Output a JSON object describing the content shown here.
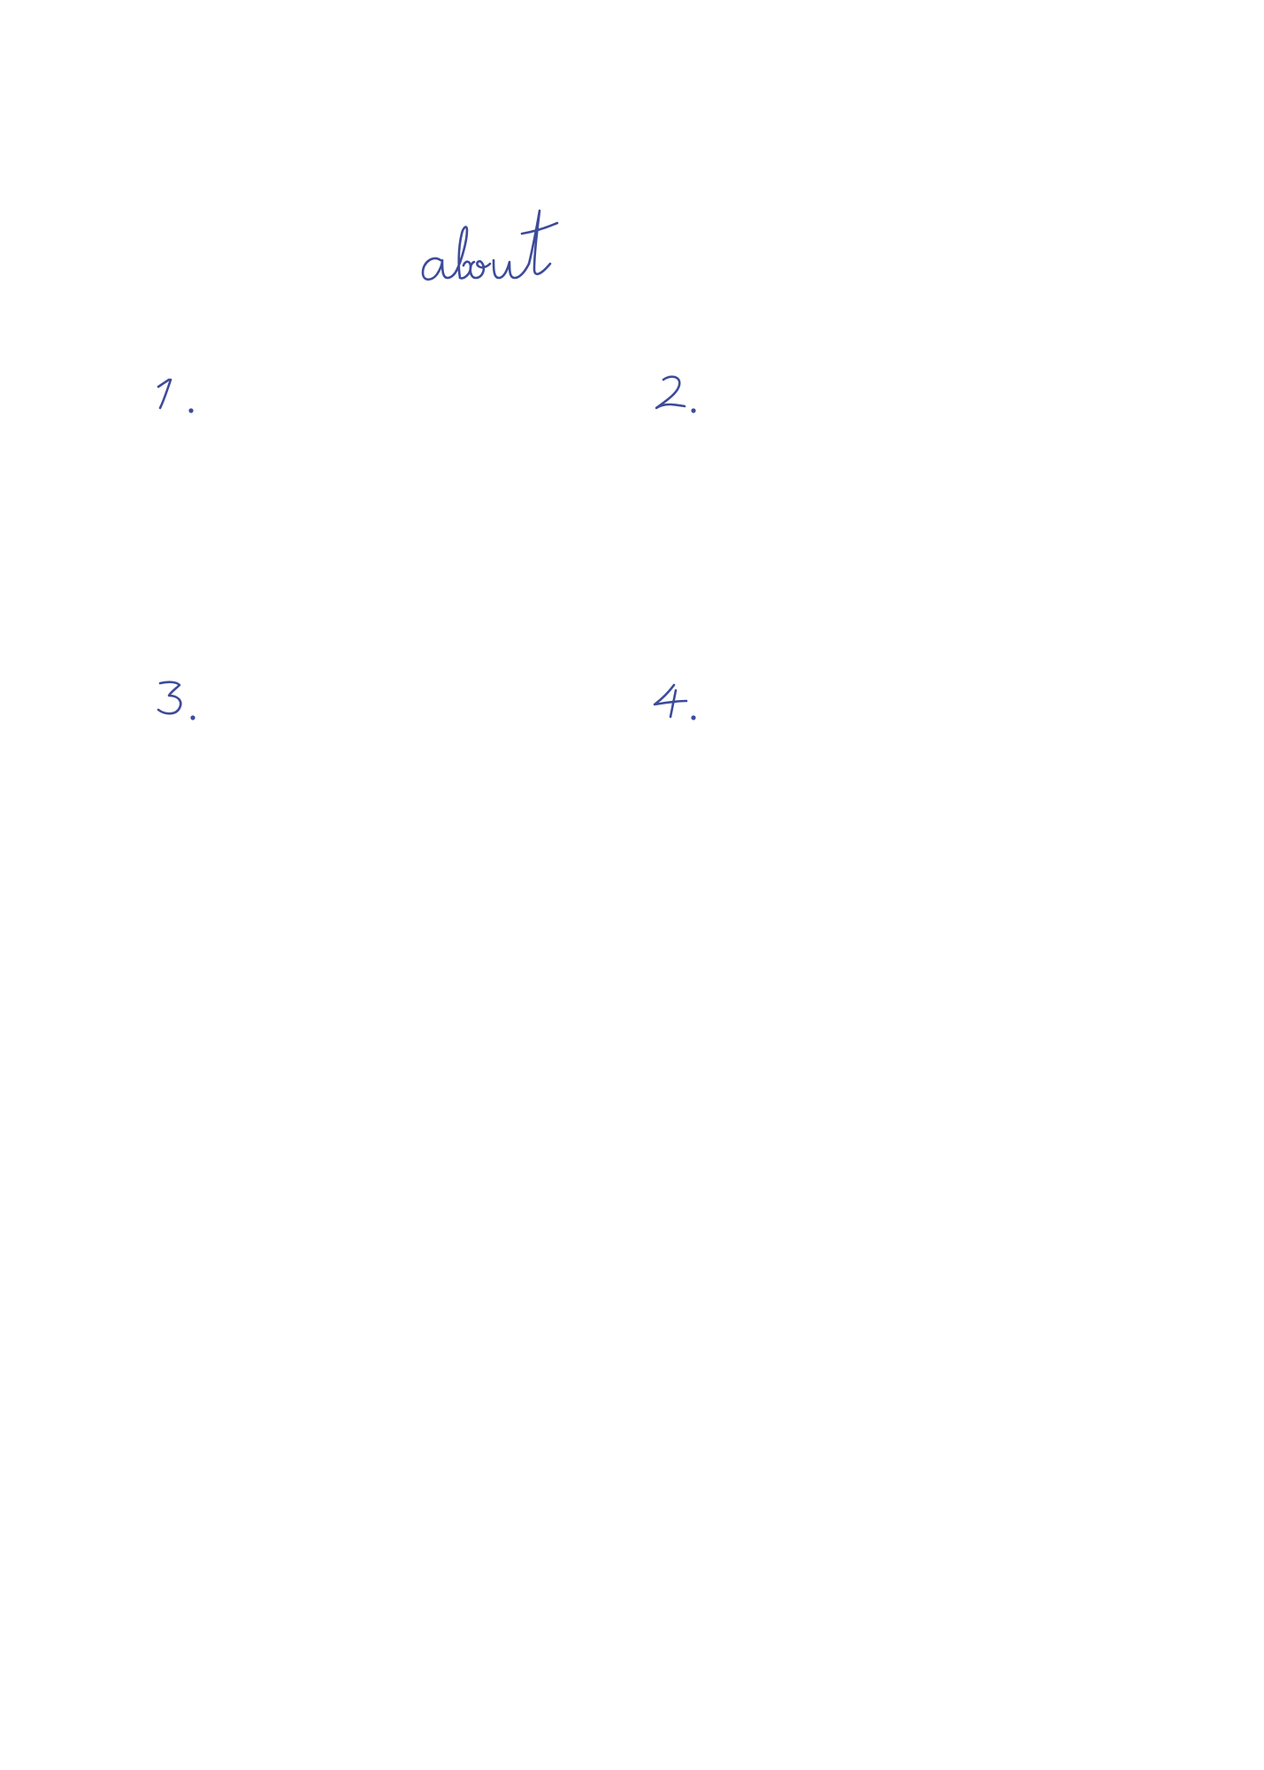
{
  "colors": {
    "ink": "#3d4b9a",
    "background": "#ffffff"
  },
  "title": "about",
  "sections": [
    {
      "number": "1."
    },
    {
      "number": "2."
    },
    {
      "number": "3."
    },
    {
      "number": "4."
    }
  ]
}
